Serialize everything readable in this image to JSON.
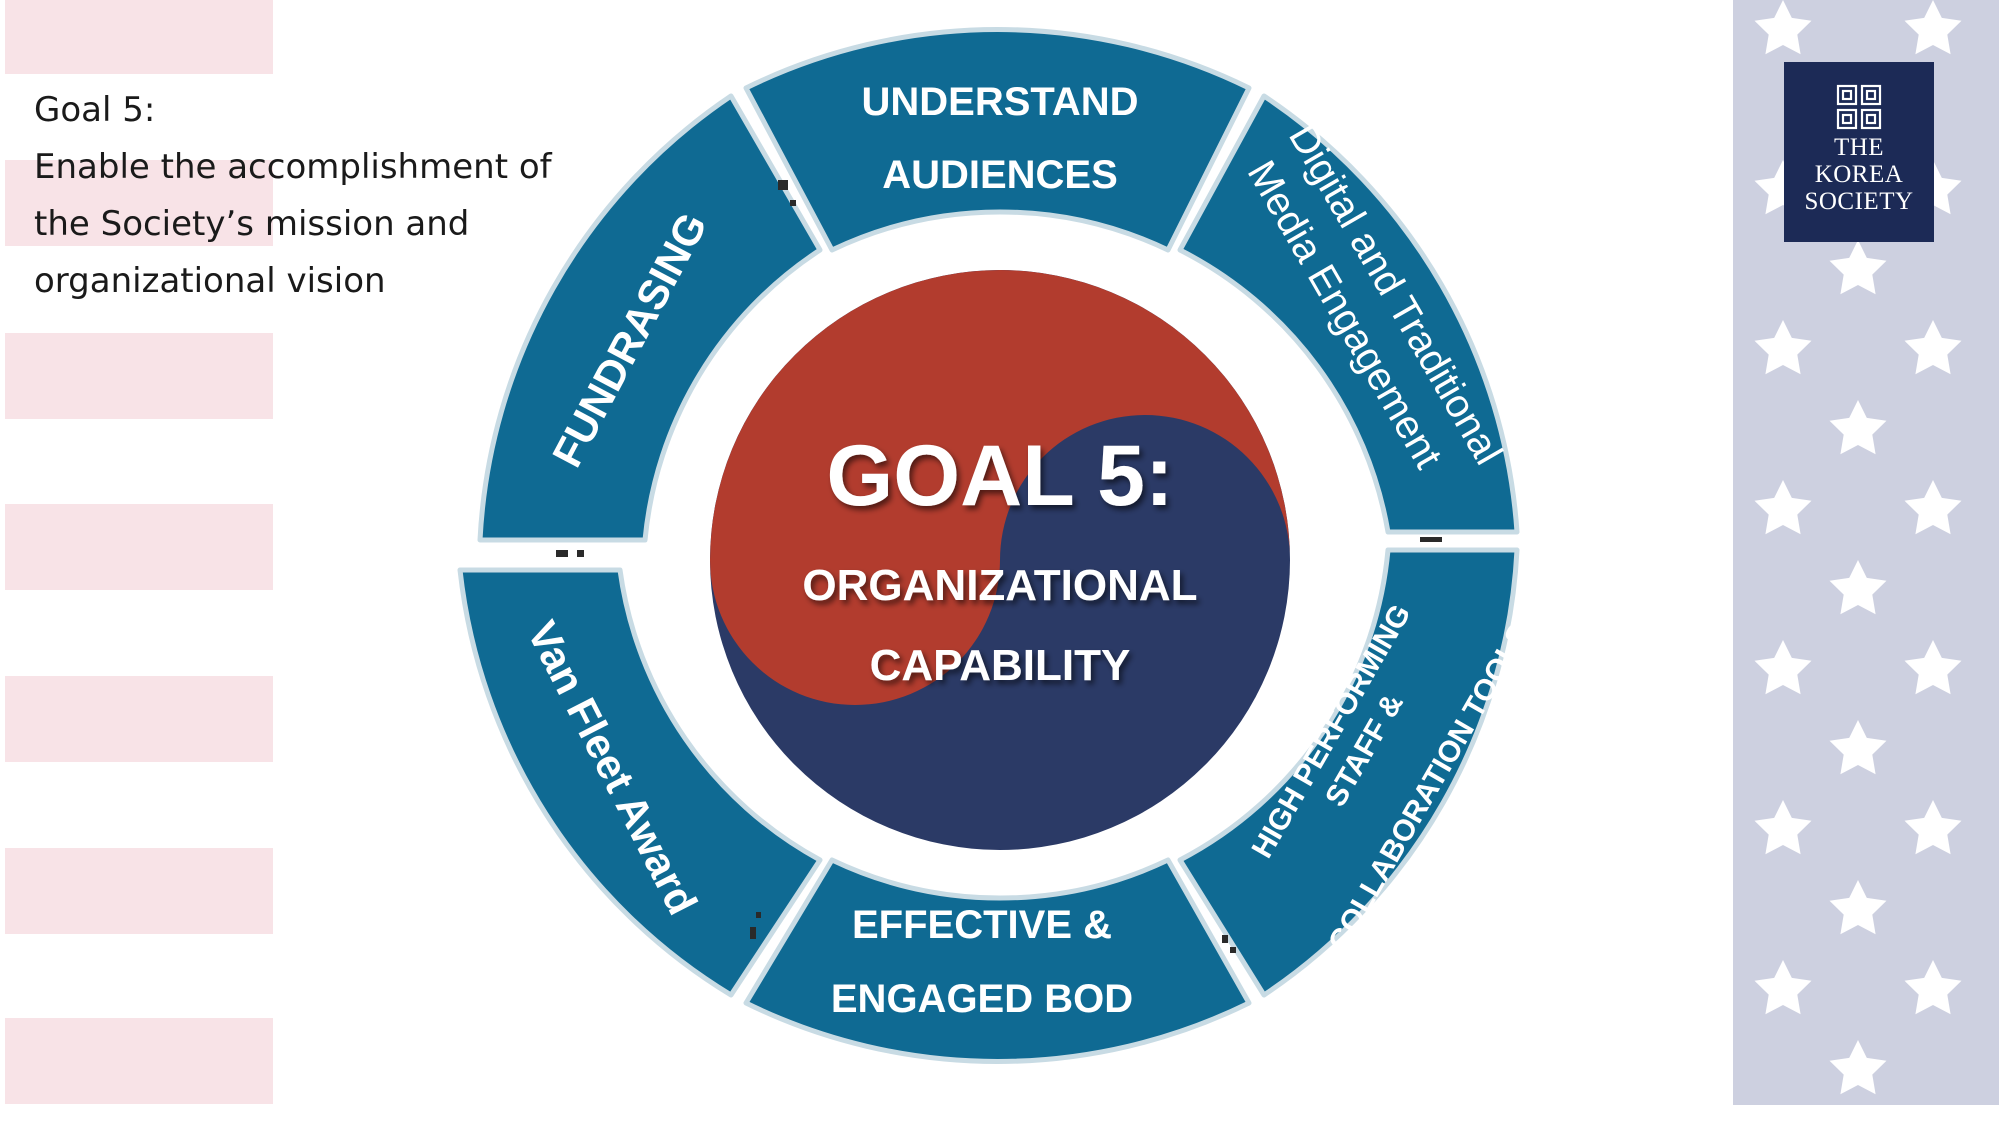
{
  "goal_text": {
    "heading": "Goal 5:",
    "lines": [
      "Enable the accomplishment of",
      "the Society’s mission and",
      "organizational vision"
    ]
  },
  "center": {
    "title": "GOAL 5:",
    "line1": "ORGANIZATIONAL",
    "line2": "CAPABILITY"
  },
  "segments": {
    "understand": [
      "UNDERSTAND",
      "AUDIENCES"
    ],
    "media": [
      "Digital and Traditional",
      "Media Engagement"
    ],
    "staff": [
      "HIGH PERFORMING",
      "STAFF &",
      "COLLABORATION TOOLS"
    ],
    "bod": [
      "EFFECTIVE &",
      "ENGAGED BOD"
    ],
    "vanfleet": [
      "Van Fleet Award"
    ],
    "fundrasing": [
      "FUNDRASING"
    ]
  },
  "logo": {
    "lines": [
      "THE",
      "KOREA",
      "SOCIETY"
    ]
  },
  "colors": {
    "segment": "#0f6a93",
    "segment_edge": "#c8dbe4",
    "yin_red": "#b23c2e",
    "yang_blue": "#2b3a66",
    "stripe": "#f8e3e7",
    "star_field": "#cdd0e0",
    "logo_bg": "#1c2a56"
  }
}
